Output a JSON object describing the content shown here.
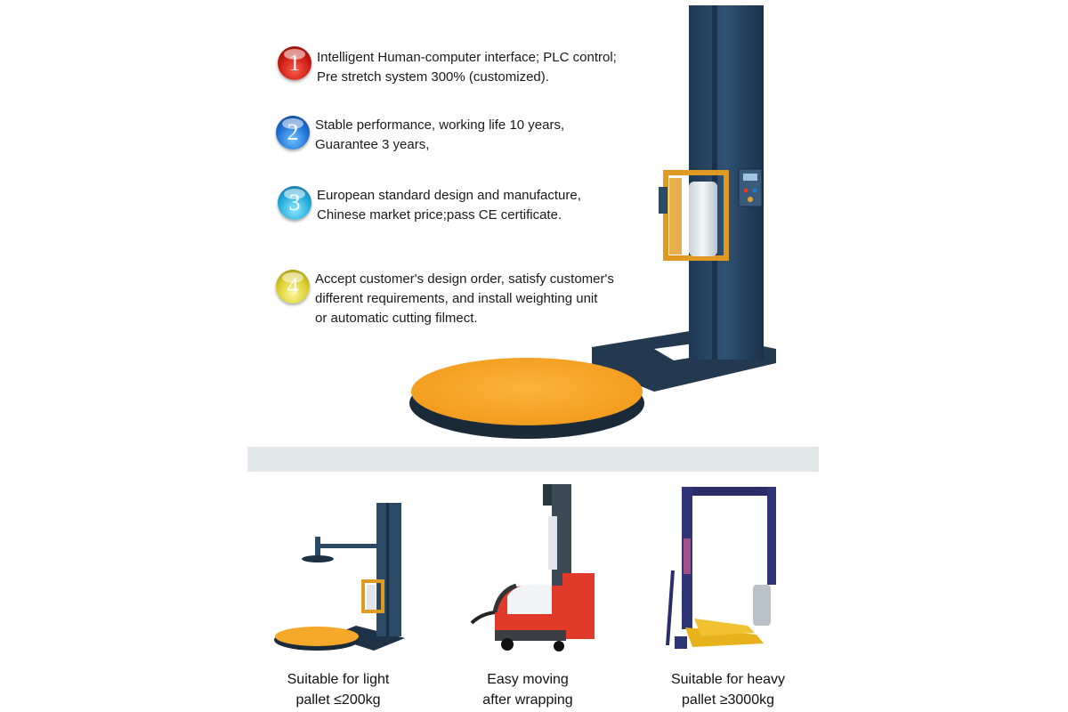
{
  "features": [
    {
      "number": "1",
      "color": "red",
      "lines": [
        "Intelligent Human-computer interface; PLC control;",
        "Pre stretch system 300% (customized)."
      ]
    },
    {
      "number": "2",
      "color": "blue",
      "lines": [
        "Stable performance, working life 10 years,",
        "Guarantee 3 years,"
      ]
    },
    {
      "number": "3",
      "color": "cyan",
      "lines": [
        "European standard design and manufacture,",
        "Chinese market price;pass CE certificate."
      ]
    },
    {
      "number": "4",
      "color": "yellow",
      "lines": [
        "Accept customer's design order, satisfy customer's",
        "different requirements, and install weighting unit",
        "or automatic cutting filmect."
      ]
    }
  ],
  "products": [
    {
      "lines": [
        "Suitable for light",
        "pallet ≤200kg"
      ]
    },
    {
      "lines": [
        "Easy moving",
        "after wrapping"
      ]
    },
    {
      "lines": [
        "Suitable for heavy",
        "pallet ≥3000kg"
      ]
    }
  ],
  "colors": {
    "machine_body": "#2b4a66",
    "turntable": "#f6a82a",
    "carriage": "#e09a22",
    "mobile_red": "#e23a2a"
  }
}
